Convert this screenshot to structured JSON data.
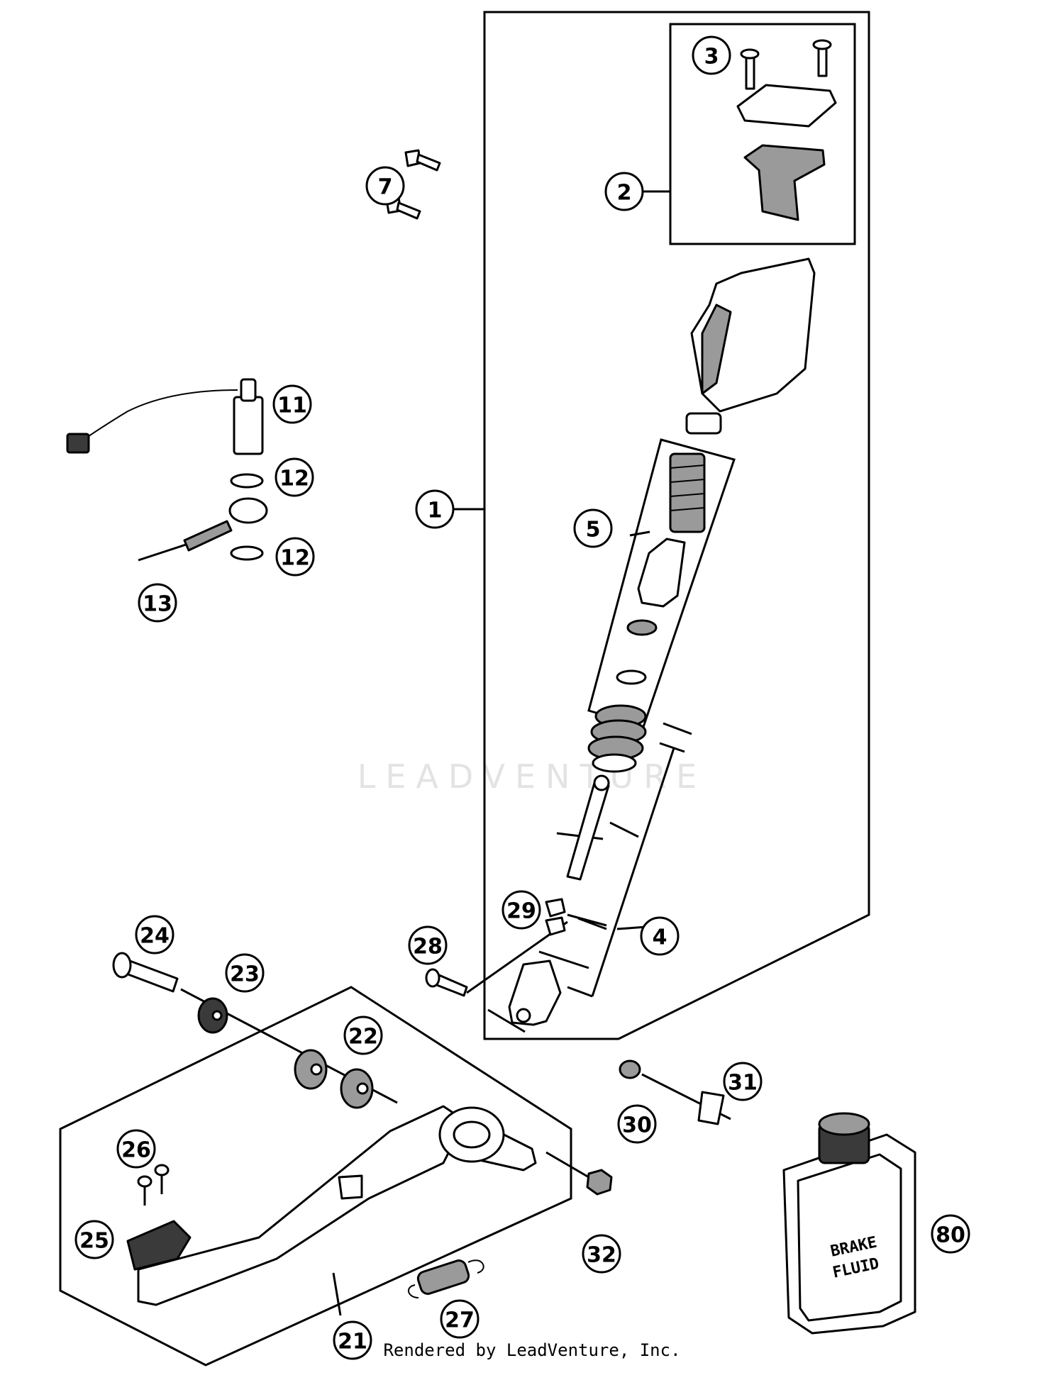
{
  "watermark": "LEADVENTURE",
  "footer": "Rendered by LeadVenture, Inc.",
  "callouts": [
    {
      "id": "c1",
      "label": "1"
    },
    {
      "id": "c2",
      "label": "2"
    },
    {
      "id": "c3",
      "label": "3"
    },
    {
      "id": "c4",
      "label": "4"
    },
    {
      "id": "c5",
      "label": "5"
    },
    {
      "id": "c7",
      "label": "7"
    },
    {
      "id": "c11",
      "label": "11"
    },
    {
      "id": "c12a",
      "label": "12"
    },
    {
      "id": "c12b",
      "label": "12"
    },
    {
      "id": "c13",
      "label": "13"
    },
    {
      "id": "c21",
      "label": "21"
    },
    {
      "id": "c22",
      "label": "22"
    },
    {
      "id": "c23",
      "label": "23"
    },
    {
      "id": "c24",
      "label": "24"
    },
    {
      "id": "c25",
      "label": "25"
    },
    {
      "id": "c26",
      "label": "26"
    },
    {
      "id": "c27",
      "label": "27"
    },
    {
      "id": "c28",
      "label": "28"
    },
    {
      "id": "c29",
      "label": "29"
    },
    {
      "id": "c30",
      "label": "30"
    },
    {
      "id": "c31",
      "label": "31"
    },
    {
      "id": "c32",
      "label": "32"
    },
    {
      "id": "c80",
      "label": "80"
    }
  ],
  "brake_fluid_can": {
    "line1": "BRAKE",
    "line2": "FLUID"
  }
}
